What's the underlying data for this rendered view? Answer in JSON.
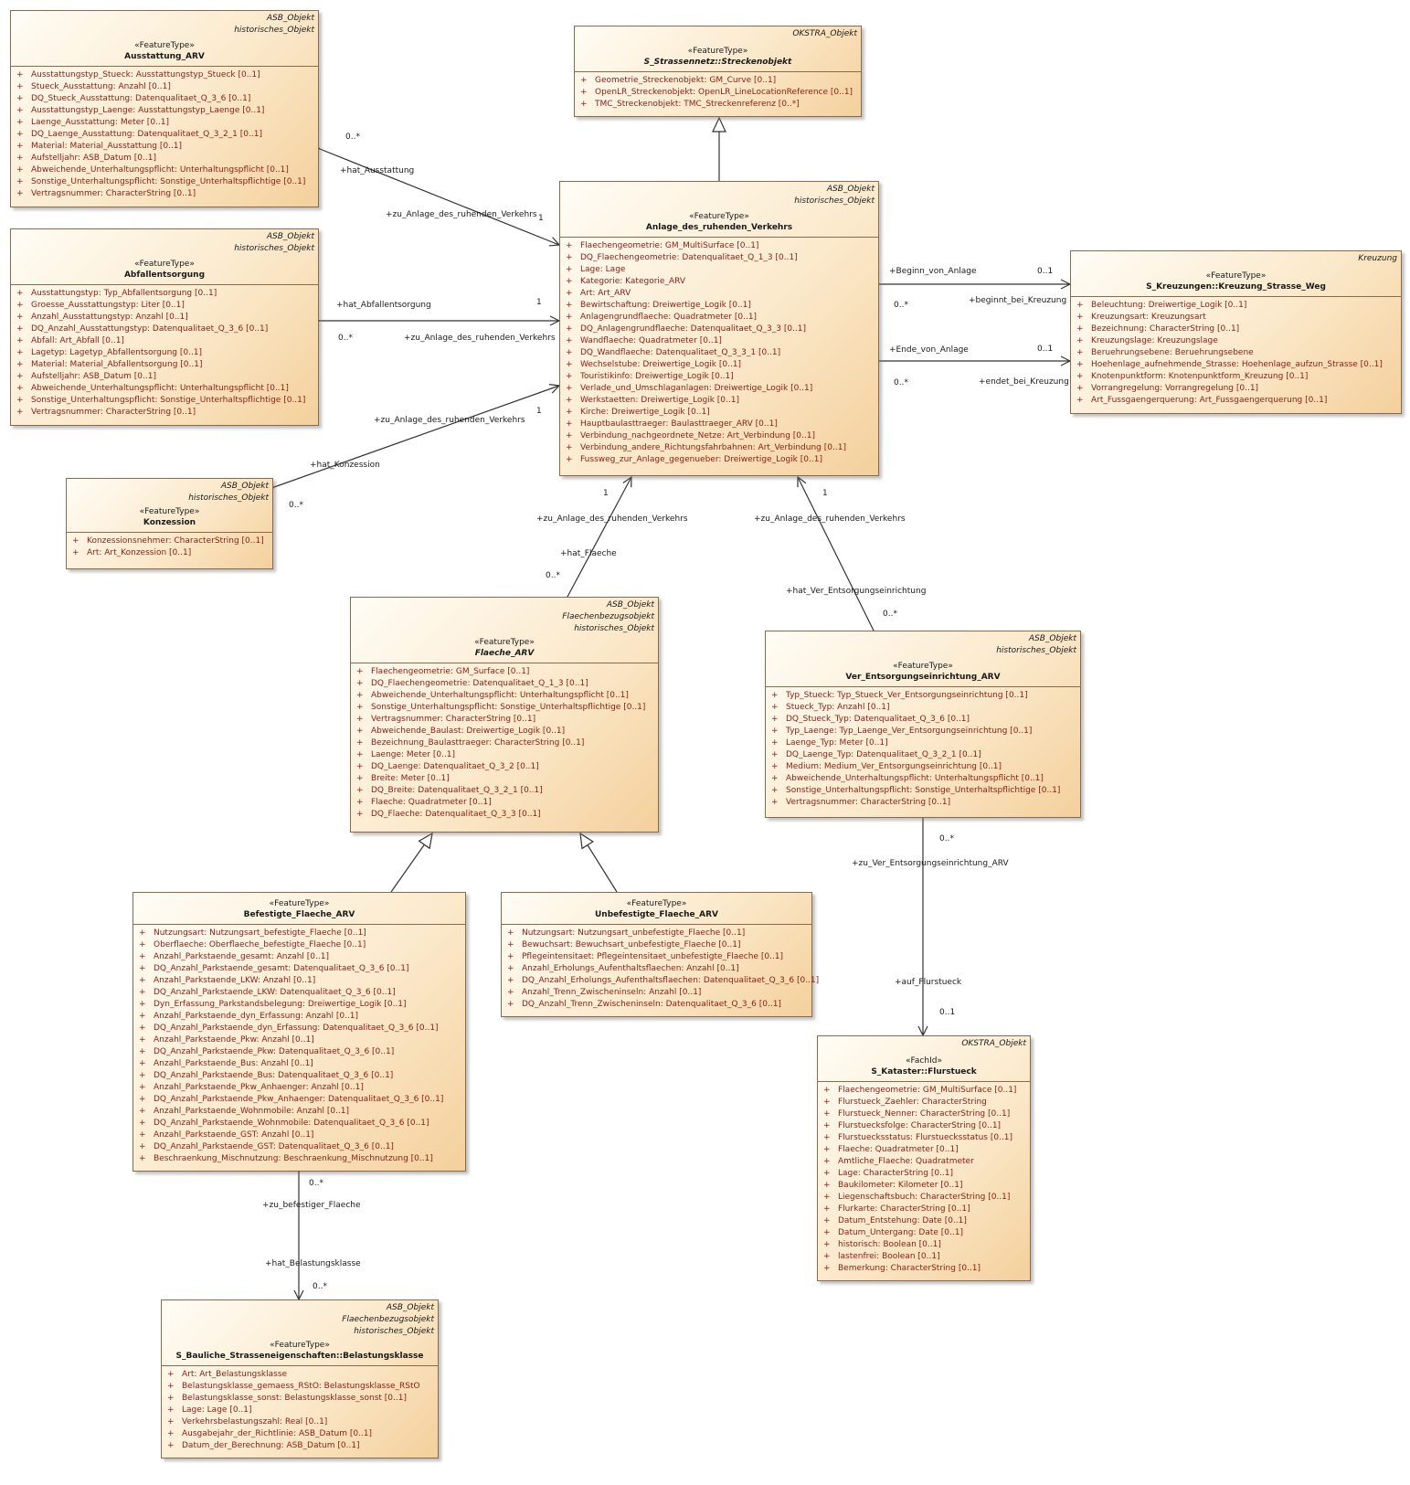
{
  "classes": [
    {
      "id": "ausstattung",
      "tags": [
        "ASB_Objekt",
        "historisches_Objekt"
      ],
      "stereotype": "«FeatureType»",
      "name": "Ausstattung_ARV",
      "italic": false,
      "attributes": [
        "Ausstattungstyp_Stueck: Ausstattungstyp_Stueck [0..1]",
        "Stueck_Ausstattung: Anzahl [0..1]",
        "DQ_Stueck_Ausstattung: Datenqualitaet_Q_3_6 [0..1]",
        "Ausstattungstyp_Laenge: Ausstattungstyp_Laenge [0..1]",
        "Laenge_Ausstattung: Meter [0..1]",
        "DQ_Laenge_Ausstattung: Datenqualitaet_Q_3_2_1 [0..1]",
        "Material: Material_Ausstattung [0..1]",
        "Aufstelljahr: ASB_Datum [0..1]",
        "Abweichende_Unterhaltungspflicht: Unterhaltungspflicht [0..1]",
        "Sonstige_Unterhaltungspflicht: Sonstige_Unterhaltspflichtige [0..1]",
        "Vertragsnummer: CharacterString [0..1]"
      ]
    },
    {
      "id": "abfall",
      "tags": [
        "ASB_Objekt",
        "historisches_Objekt"
      ],
      "stereotype": "«FeatureType»",
      "name": "Abfallentsorgung",
      "italic": false,
      "attributes": [
        "Ausstattungstyp: Typ_Abfallentsorgung [0..1]",
        "Groesse_Ausstattungstyp: Liter [0..1]",
        "Anzahl_Ausstattungstyp: Anzahl [0..1]",
        "DQ_Anzahl_Ausstattungstyp: Datenqualitaet_Q_3_6 [0..1]",
        "Abfall: Art_Abfall [0..1]",
        "Lagetyp: Lagetyp_Abfallentsorgung [0..1]",
        "Material: Material_Abfallentsorgung [0..1]",
        "Aufstelljahr: ASB_Datum [0..1]",
        "Abweichende_Unterhaltungspflicht: Unterhaltungspflicht [0..1]",
        "Sonstige_Unterhaltungspflicht: Sonstige_Unterhaltspflichtige [0..1]",
        "Vertragsnummer: CharacterString [0..1]"
      ]
    },
    {
      "id": "konzession",
      "tags": [
        "ASB_Objekt",
        "historisches_Objekt"
      ],
      "stereotype": "«FeatureType»",
      "name": "Konzession",
      "italic": false,
      "attributes": [
        "Konzessionsnehmer: CharacterString [0..1]",
        "Art: Art_Konzession [0..1]"
      ]
    },
    {
      "id": "strecke",
      "tags": [
        "OKSTRA_Objekt"
      ],
      "stereotype": "«FeatureType»",
      "name": "S_Strassennetz::Streckenobjekt",
      "italic": true,
      "attributes": [
        "Geometrie_Streckenobjekt: GM_Curve [0..1]",
        "OpenLR_Streckenobjekt: OpenLR_LineLocationReference [0..1]",
        "TMC_Streckenobjekt: TMC_Streckenreferenz [0..*]"
      ]
    },
    {
      "id": "anlage",
      "tags": [
        "ASB_Objekt",
        "historisches_Objekt"
      ],
      "stereotype": "«FeatureType»",
      "name": "Anlage_des_ruhenden_Verkehrs",
      "italic": false,
      "attributes": [
        "Flaechengeometrie: GM_MultiSurface [0..1]",
        "DQ_Flaechengeometrie: Datenqualitaet_Q_1_3 [0..1]",
        "Lage: Lage",
        "Kategorie: Kategorie_ARV",
        "Art: Art_ARV",
        "Bewirtschaftung: Dreiwertige_Logik [0..1]",
        "Anlagengrundflaeche: Quadratmeter [0..1]",
        "DQ_Anlagengrundflaeche: Datenqualitaet_Q_3_3 [0..1]",
        "Wandflaeche: Quadratmeter [0..1]",
        "DQ_Wandflaeche: Datenqualitaet_Q_3_3_1 [0..1]",
        "Wechselstube: Dreiwertige_Logik [0..1]",
        "Touristikinfo: Dreiwertige_Logik [0..1]",
        "Verlade_und_Umschlaganlagen: Dreiwertige_Logik [0..1]",
        "Werkstaetten: Dreiwertige_Logik [0..1]",
        "Kirche: Dreiwertige_Logik [0..1]",
        "Hauptbaulasttraeger: Baulasttraeger_ARV [0..1]",
        "Verbindung_nachgeordnete_Netze: Art_Verbindung [0..1]",
        "Verbindung_andere_Richtungsfahrbahnen: Art_Verbindung [0..1]",
        "Fussweg_zur_Anlage_gegenueber: Dreiwertige_Logik [0..1]"
      ]
    },
    {
      "id": "kreuzung",
      "tags": [
        "Kreuzung"
      ],
      "stereotype": "«FeatureType»",
      "name": "S_Kreuzungen::Kreuzung_Strasse_Weg",
      "italic": false,
      "attributes": [
        "Beleuchtung: Dreiwertige_Logik [0..1]",
        "Kreuzungsart: Kreuzungsart",
        "Bezeichnung: CharacterString [0..1]",
        "Kreuzungslage: Kreuzungslage",
        "Beruehrungsebene: Beruehrungsebene",
        "Hoehenlage_aufnehmende_Strasse: Hoehenlage_aufzun_Strasse [0..1]",
        "Knotenpunktform: Knotenpunktform_Kreuzung [0..1]",
        "Vorrangregelung: Vorrangregelung [0..1]",
        "Art_Fussgaengerquerung: Art_Fussgaengerquerung [0..1]"
      ]
    },
    {
      "id": "flaeche",
      "tags": [
        "ASB_Objekt",
        "Flaechenbezugsobjekt",
        "historisches_Objekt"
      ],
      "stereotype": "«FeatureType»",
      "name": "Flaeche_ARV",
      "italic": true,
      "attributes": [
        "Flaechengeometrie: GM_Surface [0..1]",
        "DQ_Flaechengeometrie: Datenqualitaet_Q_1_3 [0..1]",
        "Abweichende_Unterhaltungspflicht: Unterhaltungspflicht [0..1]",
        "Sonstige_Unterhaltungspflicht: Sonstige_Unterhaltspflichtige [0..1]",
        "Vertragsnummer: CharacterString [0..1]",
        "Abweichende_Baulast: Dreiwertige_Logik [0..1]",
        "Bezeichnung_Baulasttraeger: CharacterString [0..1]",
        "Laenge: Meter [0..1]",
        "DQ_Laenge: Datenqualitaet_Q_3_2 [0..1]",
        "Breite: Meter [0..1]",
        "DQ_Breite: Datenqualitaet_Q_3_2_1 [0..1]",
        "Flaeche: Quadratmeter [0..1]",
        "DQ_Flaeche: Datenqualitaet_Q_3_3 [0..1]"
      ]
    },
    {
      "id": "ver",
      "tags": [
        "ASB_Objekt",
        "historisches_Objekt"
      ],
      "stereotype": "«FeatureType»",
      "name": "Ver_Entsorgungseinrichtung_ARV",
      "italic": false,
      "attributes": [
        "Typ_Stueck: Typ_Stueck_Ver_Entsorgungseinrichtung [0..1]",
        "Stueck_Typ: Anzahl [0..1]",
        "DQ_Stueck_Typ: Datenqualitaet_Q_3_6 [0..1]",
        "Typ_Laenge: Typ_Laenge_Ver_Entsorgungseinrichtung [0..1]",
        "Laenge_Typ: Meter [0..1]",
        "DQ_Laenge_Typ: Datenqualitaet_Q_3_2_1 [0..1]",
        "Medium: Medium_Ver_Entsorgungseinrichtung [0..1]",
        "Abweichende_Unterhaltungspflicht: Unterhaltungspflicht [0..1]",
        "Sonstige_Unterhaltungspflicht: Sonstige_Unterhaltspflichtige [0..1]",
        "Vertragsnummer: CharacterString [0..1]"
      ]
    },
    {
      "id": "befestigt",
      "tags": [],
      "stereotype": "«FeatureType»",
      "name": "Befestigte_Flaeche_ARV",
      "italic": false,
      "attributes": [
        "Nutzungsart: Nutzungsart_befestigte_Flaeche [0..1]",
        "Oberflaeche: Oberflaeche_befestigte_Flaeche [0..1]",
        "Anzahl_Parkstaende_gesamt: Anzahl [0..1]",
        "DQ_Anzahl_Parkstaende_gesamt: Datenqualitaet_Q_3_6 [0..1]",
        "Anzahl_Parkstaende_LKW: Anzahl [0..1]",
        "DQ_Anzahl_Parkstaende_LKW: Datenqualitaet_Q_3_6 [0..1]",
        "Dyn_Erfassung_Parkstandsbelegung: Dreiwertige_Logik [0..1]",
        "Anzahl_Parkstaende_dyn_Erfassung: Anzahl [0..1]",
        "DQ_Anzahl_Parkstaende_dyn_Erfassung: Datenqualitaet_Q_3_6 [0..1]",
        "Anzahl_Parkstaende_Pkw: Anzahl [0..1]",
        "DQ_Anzahl_Parkstaende_Pkw: Datenqualitaet_Q_3_6 [0..1]",
        "Anzahl_Parkstaende_Bus: Anzahl [0..1]",
        "DQ_Anzahl_Parkstaende_Bus: Datenqualitaet_Q_3_6 [0..1]",
        "Anzahl_Parkstaende_Pkw_Anhaenger: Anzahl [0..1]",
        "DQ_Anzahl_Parkstaende_Pkw_Anhaenger: Datenqualitaet_Q_3_6 [0..1]",
        "Anzahl_Parkstaende_Wohnmobile: Anzahl [0..1]",
        "DQ_Anzahl_Parkstaende_Wohnmobile: Datenqualitaet_Q_3_6 [0..1]",
        "Anzahl_Parkstaende_GST: Anzahl [0..1]",
        "DQ_Anzahl_Parkstaende_GST: Datenqualitaet_Q_3_6 [0..1]",
        "Beschraenkung_Mischnutzung: Beschraenkung_Mischnutzung [0..1]"
      ]
    },
    {
      "id": "unbefestigt",
      "tags": [],
      "stereotype": "«FeatureType»",
      "name": "Unbefestigte_Flaeche_ARV",
      "italic": false,
      "attributes": [
        "Nutzungsart: Nutzungsart_unbefestigte_Flaeche [0..1]",
        "Bewuchsart: Bewuchsart_unbefestigte_Flaeche [0..1]",
        "Pflegeintensitaet: Pflegeintensitaet_unbefestigte_Flaeche [0..1]",
        "Anzahl_Erholungs_Aufenthaltsflaechen: Anzahl [0..1]",
        "DQ_Anzahl_Erholungs_Aufenthaltsflaechen: Datenqualitaet_Q_3_6 [0..1]",
        "Anzahl_Trenn_Zwischeninseln: Anzahl [0..1]",
        "DQ_Anzahl_Trenn_Zwischeninseln: Datenqualitaet_Q_3_6 [0..1]"
      ]
    },
    {
      "id": "flurstueck",
      "tags": [
        "OKSTRA_Objekt"
      ],
      "stereotype": "«FachId»",
      "name": "S_Kataster::Flurstueck",
      "italic": false,
      "attributes": [
        "Flaechengeometrie: GM_MultiSurface [0..1]",
        "Flurstueck_Zaehler: CharacterString",
        "Flurstueck_Nenner: CharacterString [0..1]",
        "Flurstuecksfolge: CharacterString [0..1]",
        "Flurstuecksstatus: Flurstuecksstatus [0..1]",
        "Flaeche: Quadratmeter [0..1]",
        "Amtliche_Flaeche: Quadratmeter",
        "Lage: CharacterString [0..1]",
        "Baukilometer: Kilometer [0..1]",
        "Liegenschaftsbuch: CharacterString [0..1]",
        "Flurkarte: CharacterString [0..1]",
        "Datum_Entstehung: Date [0..1]",
        "Datum_Untergang: Date [0..1]",
        "historisch: Boolean [0..1]",
        "lastenfrei: Boolean [0..1]",
        "Bemerkung: CharacterString [0..1]"
      ]
    },
    {
      "id": "belastung",
      "tags": [
        "ASB_Objekt",
        "Flaechenbezugsobjekt",
        "historisches_Objekt"
      ],
      "stereotype": "«FeatureType»",
      "name": "S_Bauliche_Strasseneigenschaften::Belastungsklasse",
      "italic": false,
      "attributes": [
        "Art: Art_Belastungsklasse",
        "Belastungsklasse_gemaess_RStO: Belastungsklasse_RStO",
        "Belastungsklasse_sonst: Belastungsklasse_sonst [0..1]",
        "Lage: Lage [0..1]",
        "Verkehrsbelastungszahl: Real [0..1]",
        "Ausgabejahr_der_Richtlinie: ASB_Datum [0..1]",
        "Datum_der_Berechnung: ASB_Datum [0..1]"
      ]
    }
  ],
  "labels": [
    {
      "id": "l1",
      "text": "0..*"
    },
    {
      "id": "l2",
      "text": "+hat_Ausstattung"
    },
    {
      "id": "l3",
      "text": "+zu_Anlage_des_ruhenden_Verkehrs"
    },
    {
      "id": "l4",
      "text": "1"
    },
    {
      "id": "l5",
      "text": "+hat_Abfallentsorgung"
    },
    {
      "id": "l6",
      "text": "1"
    },
    {
      "id": "l7",
      "text": "0..*"
    },
    {
      "id": "l8",
      "text": "+zu_Anlage_des_ruhenden_Verkehrs"
    },
    {
      "id": "l9",
      "text": "+zu_Anlage_des_ruhenden_Verkehrs"
    },
    {
      "id": "l10",
      "text": "1"
    },
    {
      "id": "l11",
      "text": "+hat_Konzession"
    },
    {
      "id": "l12",
      "text": "0..*"
    },
    {
      "id": "l13",
      "text": "+Beginn_von_Anlage"
    },
    {
      "id": "l14",
      "text": "0..1"
    },
    {
      "id": "l15",
      "text": "0..*"
    },
    {
      "id": "l16",
      "text": "+beginnt_bei_Kreuzung"
    },
    {
      "id": "l17",
      "text": "+Ende_von_Anlage"
    },
    {
      "id": "l18",
      "text": "0..1"
    },
    {
      "id": "l19",
      "text": "0..*"
    },
    {
      "id": "l20",
      "text": "+endet_bei_Kreuzung"
    },
    {
      "id": "l21",
      "text": "1"
    },
    {
      "id": "l22",
      "text": "+zu_Anlage_des_ruhenden_Verkehrs"
    },
    {
      "id": "l23",
      "text": "+hat_Flaeche"
    },
    {
      "id": "l24",
      "text": "0..*"
    },
    {
      "id": "l25",
      "text": "1"
    },
    {
      "id": "l26",
      "text": "+zu_Anlage_des_ruhenden_Verkehrs"
    },
    {
      "id": "l27",
      "text": "+hat_Ver_Entsorgungseinrichtung"
    },
    {
      "id": "l28",
      "text": "0..*"
    },
    {
      "id": "l29",
      "text": "0..*"
    },
    {
      "id": "l30",
      "text": "+zu_Ver_Entsorgungseinrichtung_ARV"
    },
    {
      "id": "l31",
      "text": "+auf_Flurstueck"
    },
    {
      "id": "l32",
      "text": "0..1"
    },
    {
      "id": "l33",
      "text": "0..*"
    },
    {
      "id": "l34",
      "text": "+zu_befestiger_Flaeche"
    },
    {
      "id": "l35",
      "text": "+hat_Belastungsklasse"
    },
    {
      "id": "l36",
      "text": "0..*"
    }
  ]
}
